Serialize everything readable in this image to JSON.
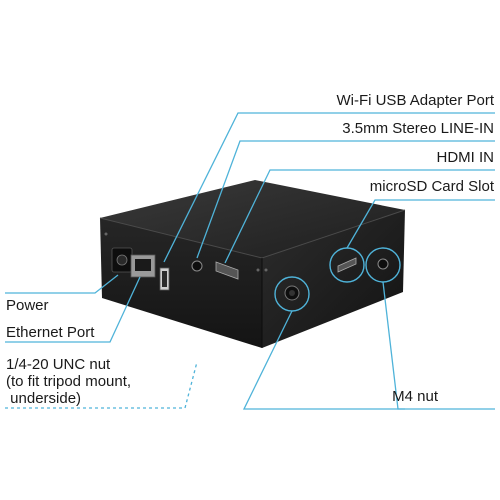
{
  "colors": {
    "leader_line": "#4fb3d9",
    "device_body": "#1c1c1c",
    "device_top": "#2a2a2a",
    "label_text": "#1a1a1a"
  },
  "labels": {
    "wifi_port": "Wi-Fi USB Adapter Port",
    "line_in": "3.5mm Stereo LINE-IN",
    "hdmi_in": "HDMI IN",
    "microsd": "microSD Card Slot",
    "power": "Power",
    "ethernet": "Ethernet Port",
    "tripod_line1": "1/4-20 UNC nut",
    "tripod_line2": "(to fit tripod mount,",
    "tripod_line3": " underside)",
    "m4_nut": "M4 nut"
  }
}
